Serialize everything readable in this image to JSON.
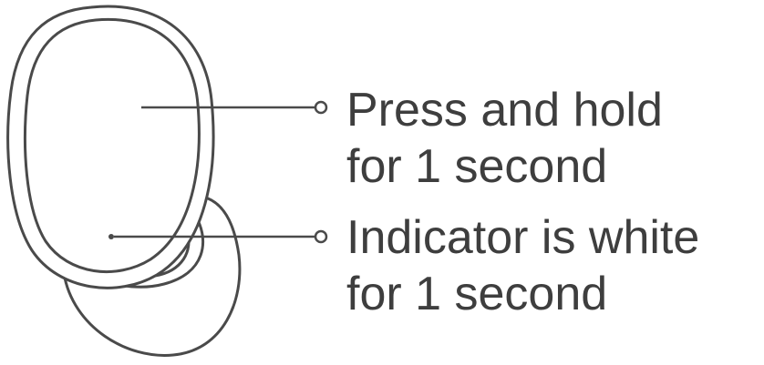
{
  "callouts": [
    {
      "line1": "Press and hold",
      "line2": "for 1 second"
    },
    {
      "line1": "Indicator is white",
      "line2": "for 1 second"
    }
  ],
  "colors": {
    "stroke": "#4a4a4a",
    "text": "#3e3e3e",
    "background": "#ffffff"
  }
}
